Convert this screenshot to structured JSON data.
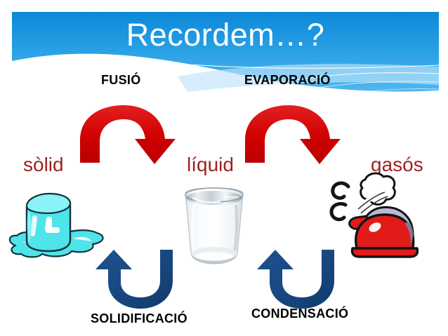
{
  "slide": {
    "title": "Recordem…?",
    "background_color": "#ffffff"
  },
  "header": {
    "gradient_top": "#0b88d8",
    "gradient_bottom": "#57b9ef",
    "wave_color": "#ffffff"
  },
  "process_labels": {
    "fusio": "FUSIÓ",
    "evaporacio": "EVAPORACIÓ",
    "solidificacio": "SOLIDIFICACIÓ",
    "condensacio": "CONDENSACIÓ",
    "color": "#000000"
  },
  "state_labels": {
    "solid": "sòlid",
    "liquid": "líquid",
    "gas": "gasós",
    "color": "#9e2222"
  },
  "arrows": {
    "forward_color": "#d90000",
    "reverse_color": "#17467e",
    "fusio_direction": "solid-to-liquid",
    "evaporacio_direction": "liquid-to-gas",
    "solidificacio_direction": "liquid-to-solid",
    "condensacio_direction": "gas-to-liquid"
  },
  "illustrations": {
    "ice": "melting-ice-cube",
    "glass": "glass-of-water",
    "kettle": "steaming-kettle",
    "ice_color": "#45e0e8",
    "kettle_color": "#e01b18",
    "steam_color": "#ffffff"
  }
}
